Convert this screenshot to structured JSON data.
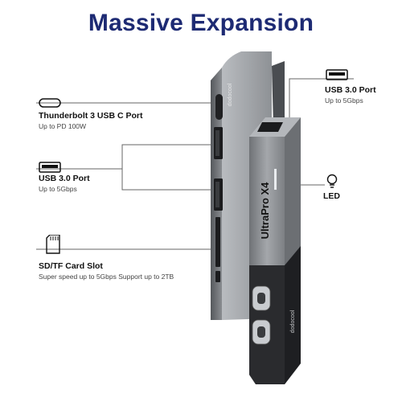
{
  "title": "Massive Expansion",
  "labels": {
    "thunderbolt": {
      "heading": "Thunderbolt 3 USB C Port",
      "sub": "Up to PD 100W"
    },
    "usb_left": {
      "heading": "USB 3.0 Port",
      "sub": "Up to 5Gbps"
    },
    "sd_tf": {
      "heading": "SD/TF Card Slot",
      "sub": "Super speed up to 5Gbps Support up to 2TB"
    },
    "usb_right": {
      "heading": "USB 3.0 Port",
      "sub": "Up to 5Gbps"
    },
    "led": {
      "heading": "LED"
    }
  },
  "device": {
    "model": "UltraPro X4",
    "brand": "dodocool"
  },
  "icons": [
    "usb-c-icon",
    "usb-a-icon",
    "sd-card-icon",
    "led-bulb-icon"
  ],
  "colors": {
    "title": "#1d2a73",
    "device_body": "#8e9195",
    "device_dark": "#2a2b2e",
    "lines": "#555555"
  }
}
